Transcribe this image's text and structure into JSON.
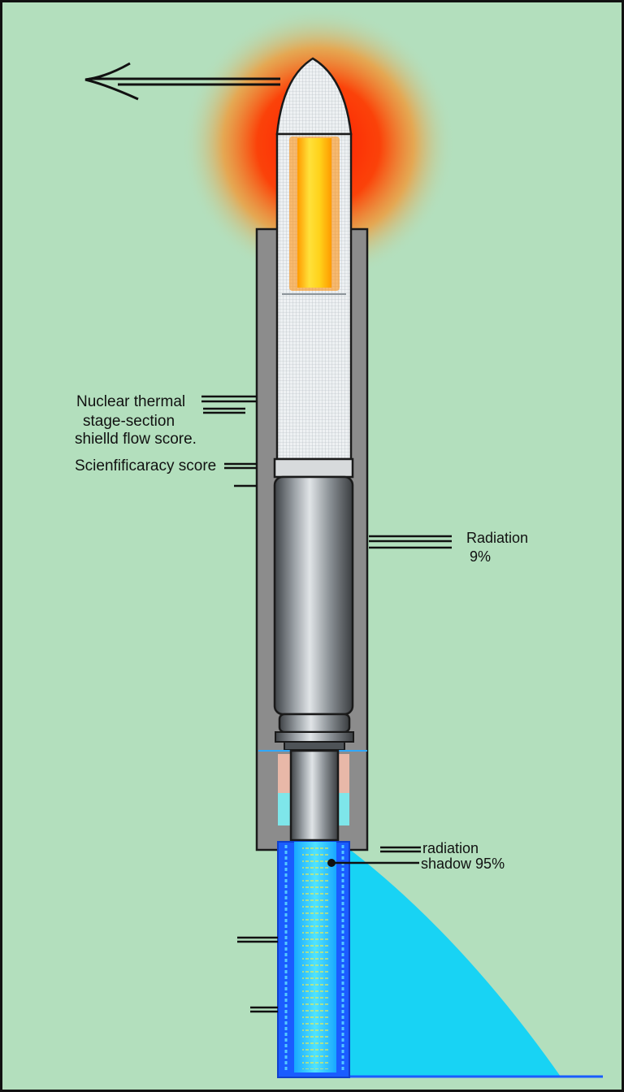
{
  "colors": {
    "background": "#b3dfbd",
    "frame": "#111111",
    "shield_casing": "#8a8a8a",
    "upper_body": "#e9edf0",
    "core_glow": "#ffd21a",
    "heat_halo": "#ff2a00",
    "exhaust_blue": "#1a5cff",
    "radiation_shadow": "#18d3f4"
  },
  "labels": {
    "nuclear_thermal": "Nuclear thermal",
    "stage_section": "stage-section",
    "shield_flow": "shielld flow score.",
    "scientific_score": "Scienfificaracy score",
    "radiation_title": "Radiation",
    "radiation_value": "9%",
    "shadow_title": "radiation",
    "shadow_value": "shadow 95%"
  },
  "icons": {
    "direction_arrow": "arrow-left-icon"
  }
}
